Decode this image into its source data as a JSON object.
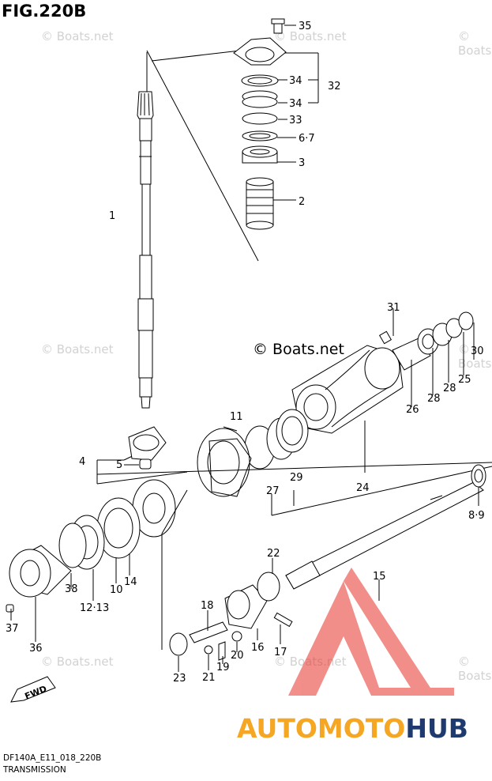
{
  "figure": {
    "title": "FIG.220B",
    "code": "DF140A_E11_018_220B",
    "subtitle": "TRANSMISSION"
  },
  "watermark": {
    "text": "© Boats.net",
    "center_text": "© Boats.net"
  },
  "brand": {
    "part1": "AUTOMOTO",
    "part2": "HUB",
    "color_primary": "#f5a623",
    "color_secondary": "#1f3a6e",
    "logo_color": "#e8332a"
  },
  "callouts": [
    "1",
    "2",
    "3",
    "6·7",
    "33",
    "34",
    "34",
    "32",
    "35",
    "31",
    "30",
    "25",
    "28",
    "28",
    "26",
    "24",
    "29",
    "27",
    "11",
    "4",
    "5",
    "8·9",
    "15",
    "22",
    "18",
    "20",
    "19",
    "21",
    "23",
    "16",
    "17",
    "36",
    "37",
    "38",
    "12·13",
    "10",
    "14"
  ],
  "fwd_label": "FWD"
}
